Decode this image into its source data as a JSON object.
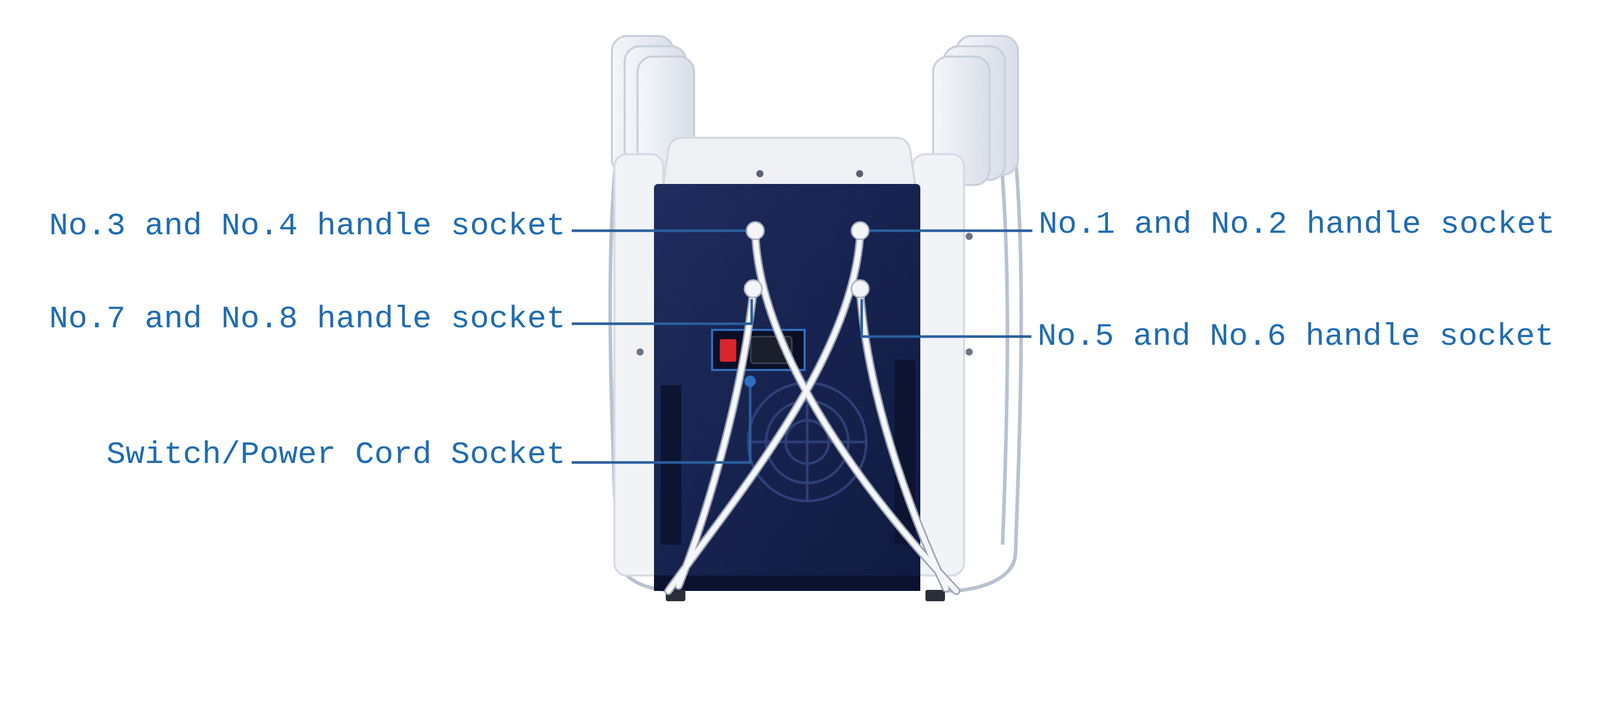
{
  "diagram": {
    "labels": [
      "No.3 and No.4 handle socket",
      "No.1 and No.2 handle socket",
      "No.7 and No.8 handle socket",
      "No.5 and No.6 handle socket",
      "Switch/Power Cord Socket"
    ]
  }
}
